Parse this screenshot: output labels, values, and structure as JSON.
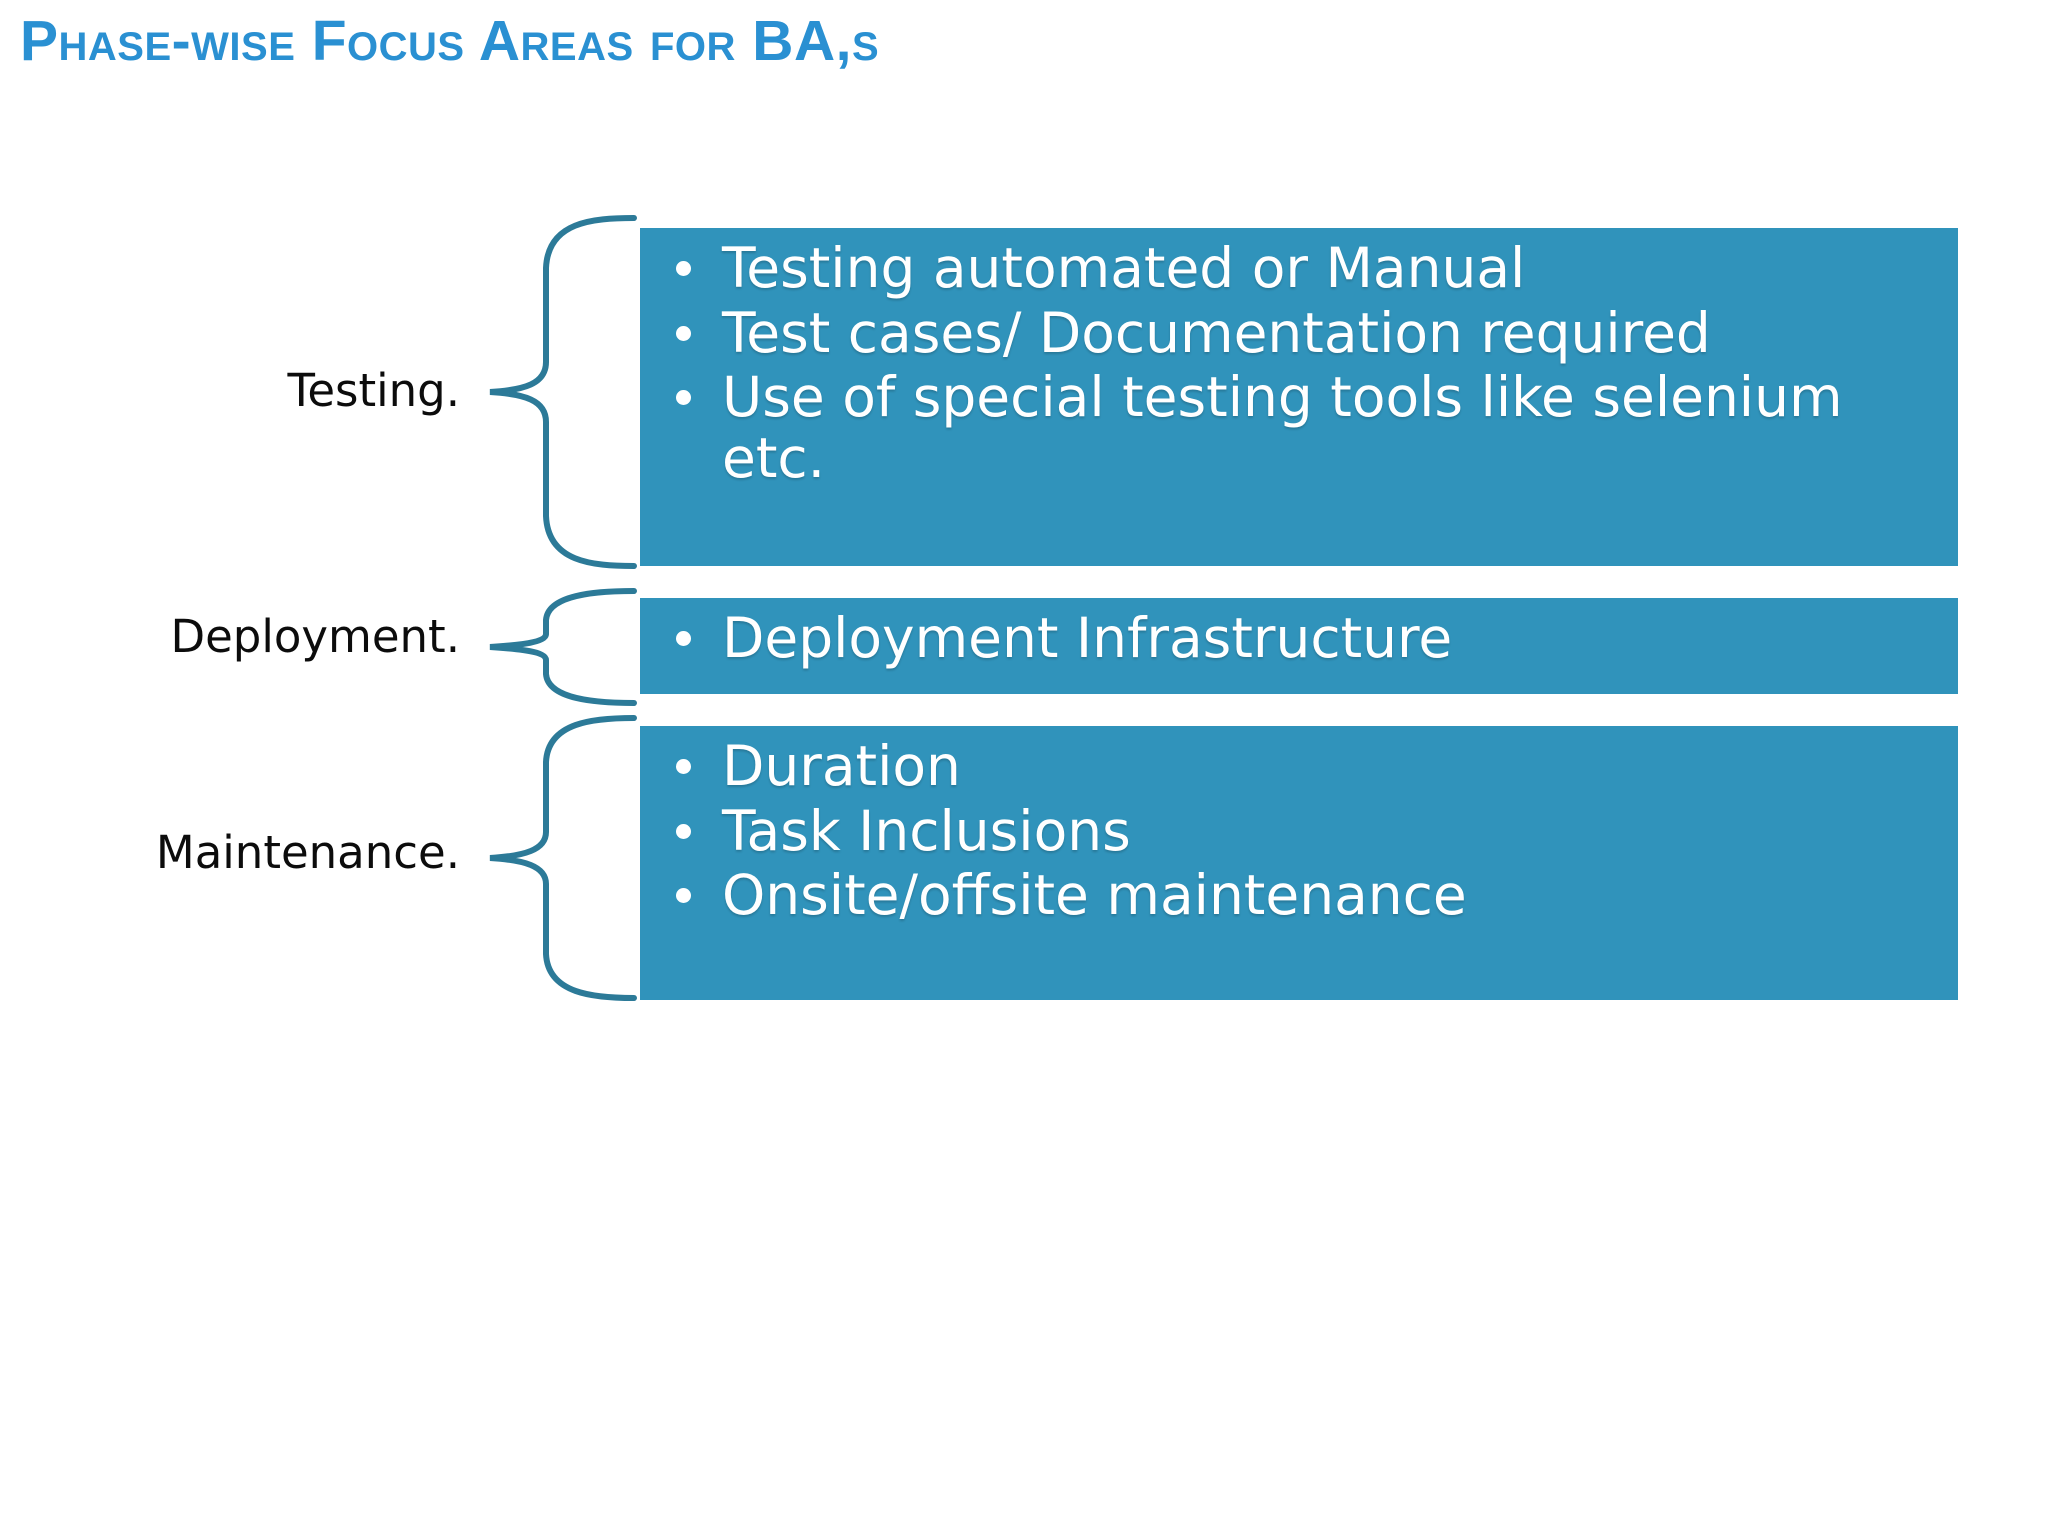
{
  "slide": {
    "title": "Phase-wise Focus Areas for BA,s",
    "title_parts": [
      {
        "text": "P",
        "caps": true
      },
      {
        "text": "hase-wise ",
        "caps": false
      },
      {
        "text": "F",
        "caps": true
      },
      {
        "text": "ocus ",
        "caps": false
      },
      {
        "text": "A",
        "caps": true
      },
      {
        "text": "reas ",
        "caps": false
      },
      {
        "text": "for ",
        "caps": false
      },
      {
        "text": "BA",
        "caps": true
      },
      {
        "text": ",s",
        "caps": false
      }
    ],
    "background_color": "#ffffff",
    "title_color": "#2a90d2",
    "panel_color": "#3093bb",
    "brace_color": "#2c7a98",
    "bullet_text_color": "#ffffff",
    "label_text_color": "#0c0c0c"
  },
  "rows": [
    {
      "id": "testing",
      "label": "Testing.",
      "bullets": [
        "Testing automated or Manual",
        "Test cases/ Documentation required",
        "Use of special testing tools like selenium etc."
      ]
    },
    {
      "id": "deployment",
      "label": "Deployment.",
      "bullets": [
        "Deployment Infrastructure"
      ]
    },
    {
      "id": "maintenance",
      "label": "Maintenance.",
      "bullets": [
        "Duration",
        "Task Inclusions",
        "Onsite/offsite maintenance"
      ]
    }
  ]
}
